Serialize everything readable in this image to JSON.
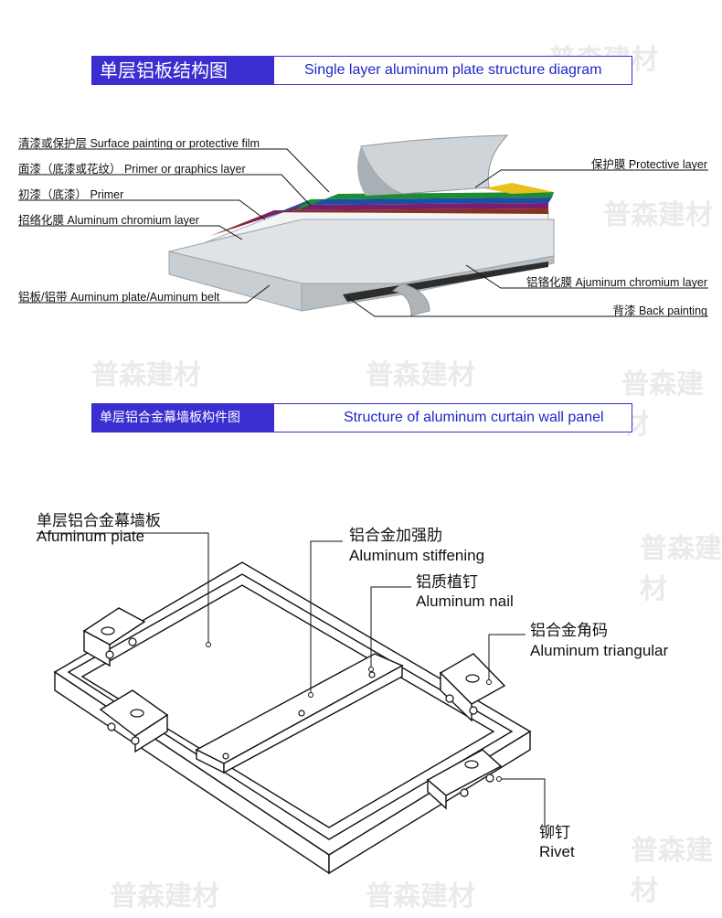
{
  "header1": {
    "zh": "单层铝板结构图",
    "en": "Single layer aluminum plate structure diagram"
  },
  "header2": {
    "zh": "单层铝合金幕墙板构件图",
    "en": "Structure of aluminum curtain wall panel"
  },
  "layers_left": [
    "清漆或保护层 Surface painting or protective film",
    "面漆（底漆或花纹） Primer or graphics layer",
    "初漆（底漆） Primer",
    "招络化膜 Aluminum chromium layer",
    "铝板/铝带 Auminum plate/Auminum belt"
  ],
  "layers_right": [
    "保护膜 Protective layer",
    "铝铬化膜 Ajuminum chromium layer",
    "背漆 Back painting"
  ],
  "panel_labels": {
    "plate_zh": "单层铝合金幕墙板",
    "plate_en": "Afuminum piate",
    "stiff_zh": "铝合金加强肋",
    "stiff_en": "Aluminum stiffening",
    "nail_zh": "铝质植钉",
    "nail_en": "Aluminum nail",
    "tri_zh": "铝合金角码",
    "tri_en": "Aluminum triangular",
    "rivet_zh": "铆钉",
    "rivet_en": "Rivet"
  },
  "watermark": "普森建材",
  "colors": {
    "accent": "#3b2ed0",
    "header_text": "#1f26c9"
  }
}
